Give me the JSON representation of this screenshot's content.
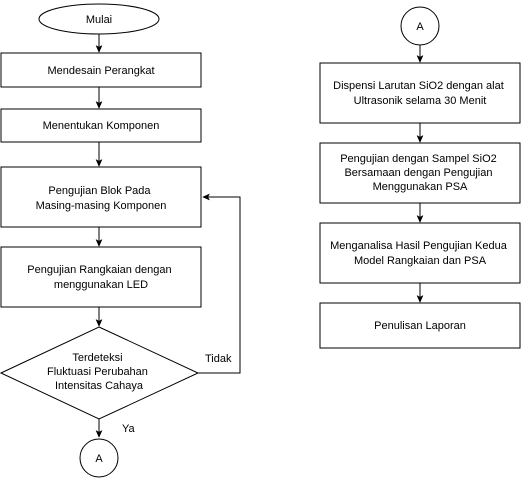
{
  "nodes": {
    "start": {
      "text": [
        "Mulai"
      ]
    },
    "design": {
      "text": [
        "Mendesain Perangkat"
      ]
    },
    "components": {
      "text": [
        "Menentukan Komponen"
      ]
    },
    "block_test": {
      "text": [
        "Pengujian Blok Pada",
        "Masing-masing Komponen"
      ]
    },
    "circuit_test": {
      "text": [
        "Pengujian Rangkaian dengan",
        "menggunakan LED"
      ]
    },
    "decision": {
      "text": [
        "Terdeteksi",
        "Fluktuasi Perubahan",
        "Intensitas Cahaya"
      ]
    },
    "connector_bottom": {
      "text": [
        "A"
      ]
    },
    "connector_top": {
      "text": [
        "A"
      ]
    },
    "dispense": {
      "text": [
        "Dispensi Larutan SiO2 dengan alat",
        "Ultrasonik selama 30 Menit"
      ]
    },
    "sample_test": {
      "text": [
        "Pengujian dengan Sampel SiO2",
        "Bersamaan dengan Pengujian",
        "Menggunakan PSA"
      ]
    },
    "analysis": {
      "text": [
        "Menganalisa Hasil Pengujian Kedua",
        "Model Rangkaian dan PSA"
      ]
    },
    "report": {
      "text": [
        "Penulisan Laporan"
      ]
    }
  },
  "edge_labels": {
    "no": "Tidak",
    "yes": "Ya"
  }
}
